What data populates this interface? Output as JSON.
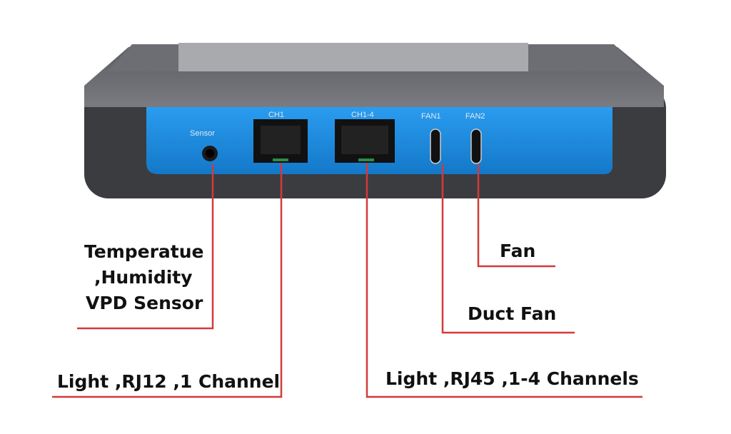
{
  "device": {
    "ports": [
      {
        "id": "sensor",
        "label": "Sensor"
      },
      {
        "id": "ch1",
        "label": "CH1"
      },
      {
        "id": "ch14",
        "label": "CH1-4"
      },
      {
        "id": "fan1",
        "label": "FAN1"
      },
      {
        "id": "fan2",
        "label": "FAN2"
      }
    ],
    "colors": {
      "panel": "#1e8fe0",
      "body": "#4a4b50",
      "line": "#d43a3a"
    }
  },
  "callouts": {
    "sensor": [
      "Temperatue",
      ",Humidity",
      "VPD Sensor"
    ],
    "ch1": "Light ,RJ12 ,1 Channel",
    "ch14": "Light ,RJ45 ,1-4 Channels",
    "fan1": "Duct Fan",
    "fan2": "Fan"
  }
}
